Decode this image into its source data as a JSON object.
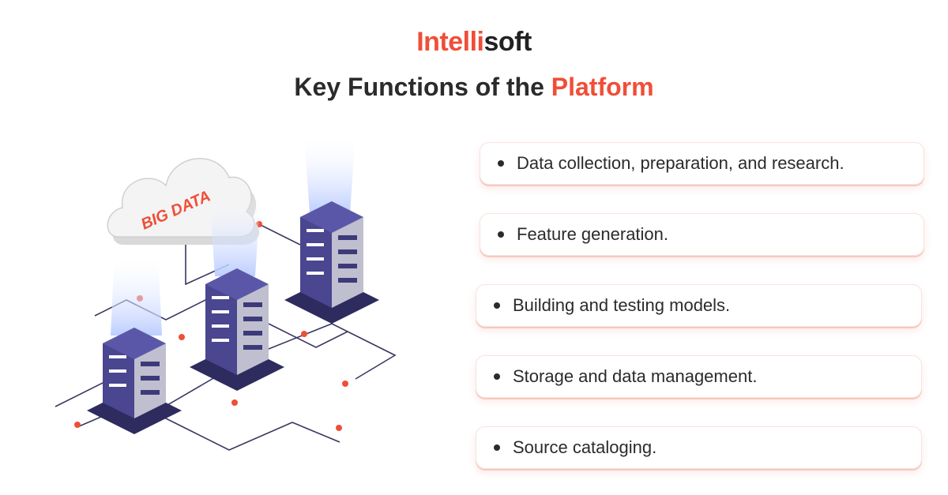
{
  "logo": {
    "part1": "Intelli",
    "part2": "soft"
  },
  "title": {
    "prefix": "Key Functions of the ",
    "accent": "Platform"
  },
  "illustration": {
    "cloud_text": "BIG DATA"
  },
  "functions": [
    "Data collection, preparation, and research.",
    "Feature generation.",
    "Building and testing models.",
    "Storage and data management.",
    "Source cataloging."
  ],
  "colors": {
    "accent": "#f04e37",
    "text": "#2b2b2b",
    "server": "#3d3a7a",
    "glow": "#c9d8ff"
  }
}
